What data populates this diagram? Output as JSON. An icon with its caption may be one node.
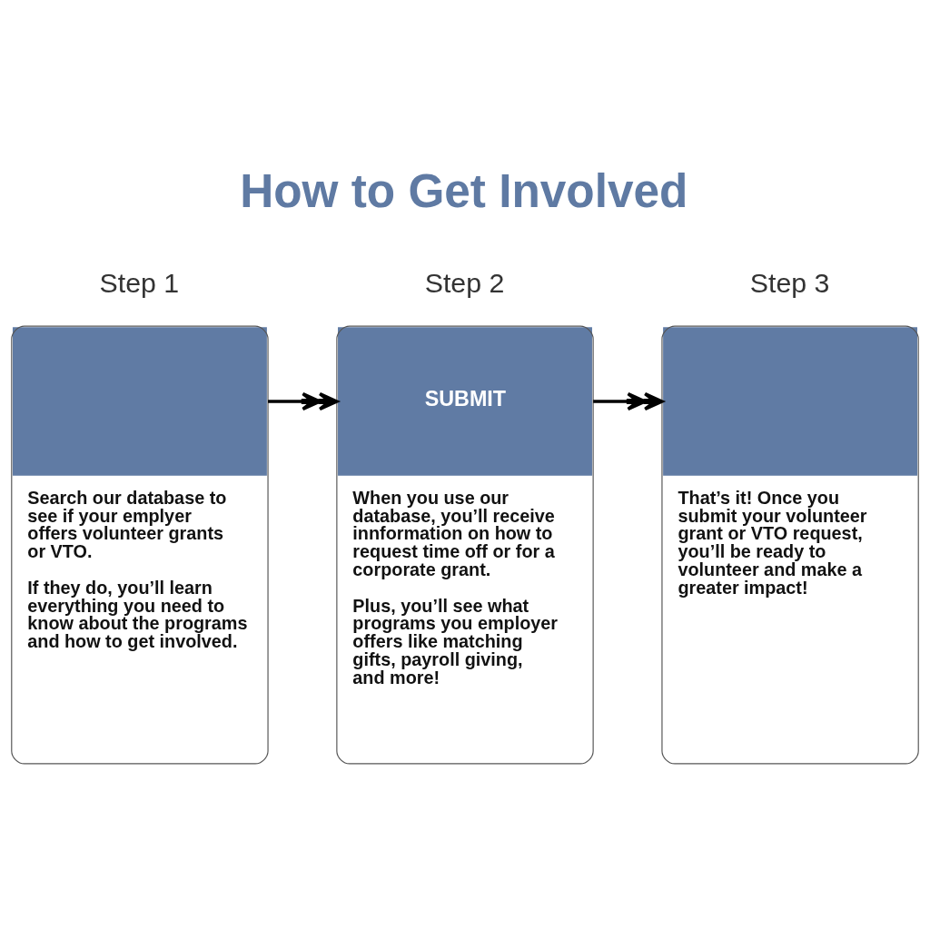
{
  "diagram": {
    "title": "How to Get Involved",
    "nodes": [
      {
        "text": [
          "Step 1",
          "Search our database to see if your emplyer offers volunteer grants or VTO.",
          "If they do, you’ll learn everything you need to know about the programs and how to get involved."
        ]
      },
      {
        "text": [
          "Step 2",
          "SUBMIT",
          "When you use our database, you’ll receive innformation on how to request time off or for a corporate grant.",
          "Plus, you’ll see what programs you employer offers like matching gifts, payroll giving, and more!"
        ]
      },
      {
        "text": [
          "Step 3",
          "That’s it! Once you submit your volunteer grant or VTO request, you’ll be ready to volunteer and make a greater impact!"
        ]
      }
    ],
    "edges": [
      {
        "from": 0,
        "to": 1,
        "arrow": "to"
      },
      {
        "from": 1,
        "to": 2,
        "arrow": "to"
      }
    ]
  }
}
